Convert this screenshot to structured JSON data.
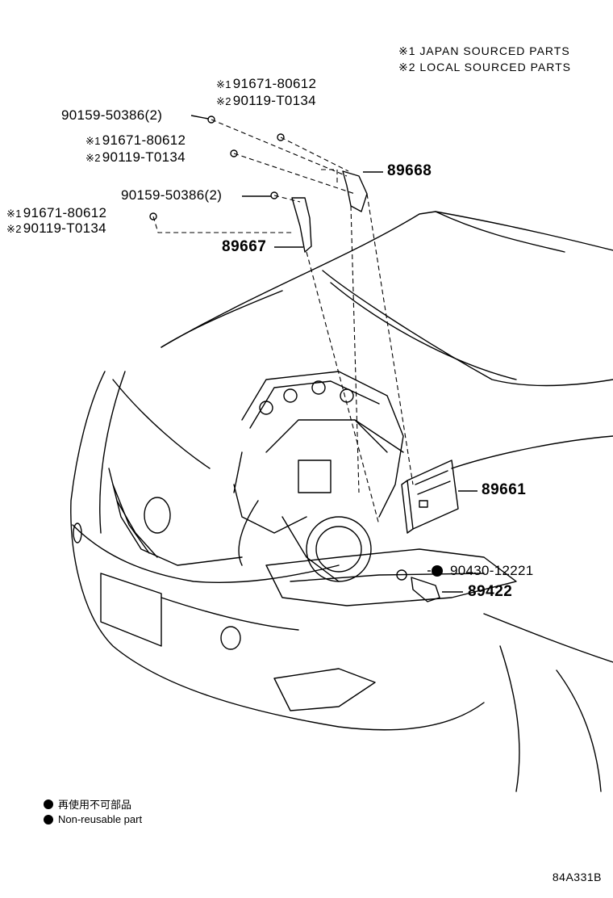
{
  "notes": {
    "japan": "※1 JAPAN SOURCED PARTS",
    "local": "※2 LOCAL SOURCED PARTS"
  },
  "callouts": {
    "bolt_a_jp": "91671-80612",
    "bolt_a_local": "90119-T0134",
    "nut_a": "90159-50386(2)",
    "bolt_b_jp": "91671-80612",
    "bolt_b_local": "90119-T0134",
    "nut_b": "90159-50386(2)",
    "bolt_c_jp": "91671-80612",
    "bolt_c_local": "90119-T0134",
    "bracket_upper": "89668",
    "bracket_lower": "89667",
    "ecu": "89661",
    "gasket": "90430-12221",
    "sensor": "89422"
  },
  "marks": {
    "jp": "※1",
    "local": "※2"
  },
  "legend": {
    "jp": "再使用不可部品",
    "en": "Non-reusable part"
  },
  "drawing_code": "84A331B"
}
